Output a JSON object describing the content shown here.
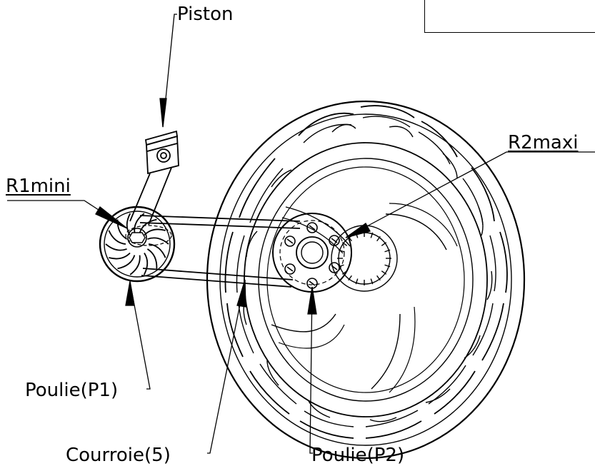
{
  "labels": {
    "piston": "Piston",
    "r2maxi": "R2maxi",
    "r1mini": "R1mini",
    "poulie_p1": "Poulie(P1)",
    "courroie": "Courroie(5)",
    "poulie_p2": "Poulie(P2)"
  },
  "colors": {
    "ink": "#000000",
    "paper": "#ffffff"
  },
  "icons": {
    "arrowhead": "filled-arrowhead"
  }
}
